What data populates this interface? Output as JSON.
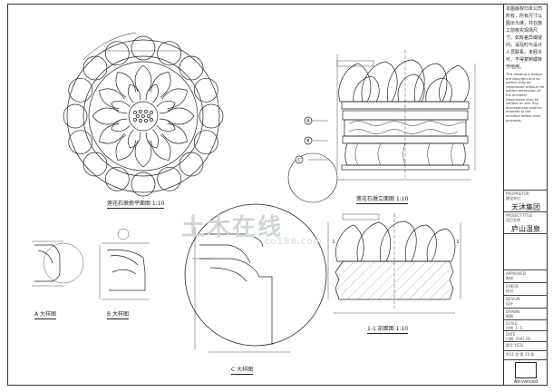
{
  "drawing": {
    "captions": {
      "plan": "莲花石墩俯平面图  1:10",
      "elev": "莲花石墩立面图  1:10",
      "a": "A 大样图",
      "b": "B 大样图",
      "c": "C 大样图",
      "sec": "1-1 剖面图  1:10"
    },
    "callouts": [
      "A",
      "B",
      "C"
    ],
    "section_marks": [
      "1",
      "1"
    ]
  },
  "watermark": {
    "main": "土木在线",
    "sub": "co188.com"
  },
  "title_block": {
    "note_cn": "本图版权归本公司所有，所有尺寸以图示为准，并在施工前核实现场尺寸。如有差异或疑问，请及时与设计人员联系。未经许可，不得复制或转作他用。",
    "note_en": "This drawing & design are copyright and no portion may be reproduced without the written permission of the architect. Dimensions shall be verified on site. Any discrepancies shall be reported to the architect before work proceeds.",
    "proprietor_label": "PROPRIETOR",
    "proprietor_cn": "建设单位",
    "proprietor_value": "天沐集团",
    "project_label": "PROJECT TITLE",
    "project_cn": "项目名称",
    "project_value": "庐山温泉",
    "approved_label": "APPROVED",
    "approved_cn": "审核",
    "check_label": "CHECK",
    "check_cn": "校对",
    "design_label": "DESIGN",
    "design_cn": "设计",
    "drawn_label": "DRAWN",
    "drawn_cn": "制图",
    "scale_label": "SCALE",
    "scale_cn": "比例",
    "scale_value": "1: 5",
    "date_label": "DATE",
    "date_cn": "日期",
    "date_value": "2007.06",
    "dwg_cn": "图号",
    "dwg_value": "YS31",
    "sheet_text": "共31 张  第 33 张",
    "firm": "Ad-vanced"
  }
}
